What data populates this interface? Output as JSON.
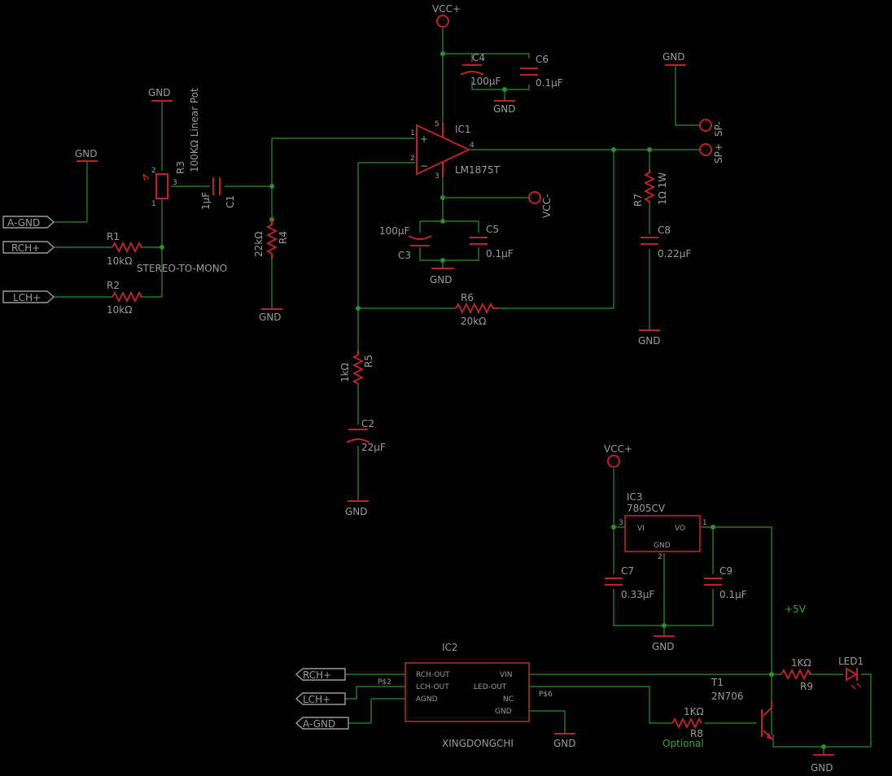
{
  "colors": {
    "background": "#000000",
    "wire": "#2b8f2b",
    "part": "#b5252a",
    "label": "#9a9a9a",
    "annotation": "#3fa03f"
  },
  "power": {
    "vcc_plus_top": "VCC+",
    "vcc_minus": "VCC-",
    "vcc_plus_reg": "VCC+"
  },
  "ground_label": "GND",
  "ports": {
    "a_gnd_in": "A-GND",
    "rch_in": "RCH+",
    "lch_in": "LCH+",
    "rch_out": "RCH+",
    "lch_out": "LCH+",
    "a_gnd_out": "A-GND"
  },
  "speaker": {
    "sp_minus": "SP-",
    "sp_plus": "SP+"
  },
  "components": {
    "r1": {
      "name": "R1",
      "value": "10kΩ"
    },
    "r2": {
      "name": "R2",
      "value": "10kΩ"
    },
    "r3": {
      "name": "R3",
      "value": "100KΩ Linear Pot",
      "pin1": "1",
      "pin2": "2",
      "pin3": "3"
    },
    "c1": {
      "name": "C1",
      "value": "1µF"
    },
    "r4": {
      "name": "R4",
      "value": "22kΩ"
    },
    "ic1": {
      "name": "IC1",
      "part": "LM1875T",
      "pin1": "1",
      "pin2": "2",
      "pin3": "3",
      "pin4": "4",
      "pin5": "5",
      "plus": "+",
      "minus": "−"
    },
    "c4": {
      "name": "C4",
      "value": "100µF"
    },
    "c6": {
      "name": "C6",
      "value": "0.1µF"
    },
    "c3": {
      "name": "C3",
      "value": "100µF"
    },
    "c5": {
      "name": "C5",
      "value": "0.1µF"
    },
    "r6": {
      "name": "R6",
      "value": "20kΩ"
    },
    "r5": {
      "name": "R5",
      "value": "1kΩ"
    },
    "c2": {
      "name": "C2",
      "value": "22µF"
    },
    "r7": {
      "name": "R7",
      "value": "1Ω 1W"
    },
    "c8": {
      "name": "C8",
      "value": "0.22µF"
    },
    "ic3": {
      "name": "IC3",
      "part": "7805CV",
      "vi": "VI",
      "vo": "VO",
      "gnd": "GND",
      "pin1": "1",
      "pin2": "2",
      "pin3": "3"
    },
    "c7": {
      "name": "C7",
      "value": "0.33µF"
    },
    "c9": {
      "name": "C9",
      "value": "0.1µF"
    },
    "ic2": {
      "name": "IC2",
      "part": "XINGDONGCHI",
      "rch_out": "RCH-OUT",
      "lch_out": "LCH-OUT",
      "agnd": "AGND",
      "vin": "VIN",
      "led_out": "LED-OUT",
      "nc": "NC",
      "gnd": "GND"
    },
    "r9": {
      "name": "R9",
      "value": "1KΩ"
    },
    "led1": {
      "name": "LED1"
    },
    "r8": {
      "name": "R8",
      "value": "1KΩ"
    },
    "t1": {
      "name": "T1",
      "part": "2N706"
    }
  },
  "annotations": {
    "stereo_to_mono": "STEREO-TO-MONO",
    "plus_5v": "+5V",
    "optional": "Optional",
    "ps2": "P$2",
    "ps6": "P$6"
  }
}
